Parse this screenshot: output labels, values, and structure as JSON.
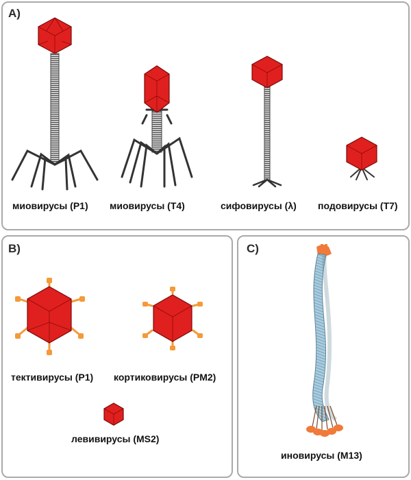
{
  "panels": {
    "a": {
      "letter": "A)",
      "labels": [
        "миовирусы (P1)",
        "миовирусы (T4)",
        "сифовирусы (λ)",
        "подовирусы (T7)"
      ]
    },
    "b": {
      "letter": "B)",
      "labels": [
        "тективирусы (P1)",
        "кортиковирусы (PM2)",
        "левивирусы (MS2)"
      ]
    },
    "c": {
      "letter": "C)",
      "labels": [
        "иновирусы (M13)"
      ]
    }
  },
  "colors": {
    "capsid": "#e0201e",
    "capsid_edge": "#7a0a0a",
    "tail": "#5a5a5a",
    "spike": "#f39a3a",
    "filament": "#9cc4d8",
    "filament_cap": "#f07a3a"
  }
}
